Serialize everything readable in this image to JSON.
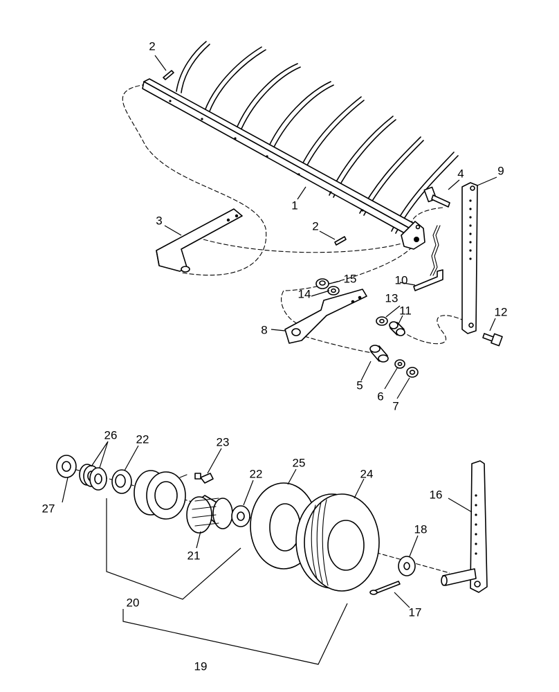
{
  "figure": {
    "callouts": {
      "c1": "1",
      "c2a": "2",
      "c2b": "2",
      "c3": "3",
      "c4": "4",
      "c5": "5",
      "c6": "6",
      "c7": "7",
      "c8": "8",
      "c9": "9",
      "c10": "10",
      "c11": "11",
      "c12": "12",
      "c13": "13",
      "c14": "14",
      "c15": "15",
      "c16": "16",
      "c17": "17",
      "c18": "18",
      "c19": "19",
      "c20": "20",
      "c21": "21",
      "c22a": "22",
      "c22b": "22",
      "c23": "23",
      "c24": "24",
      "c25": "25",
      "c26": "26",
      "c27": "27"
    }
  }
}
